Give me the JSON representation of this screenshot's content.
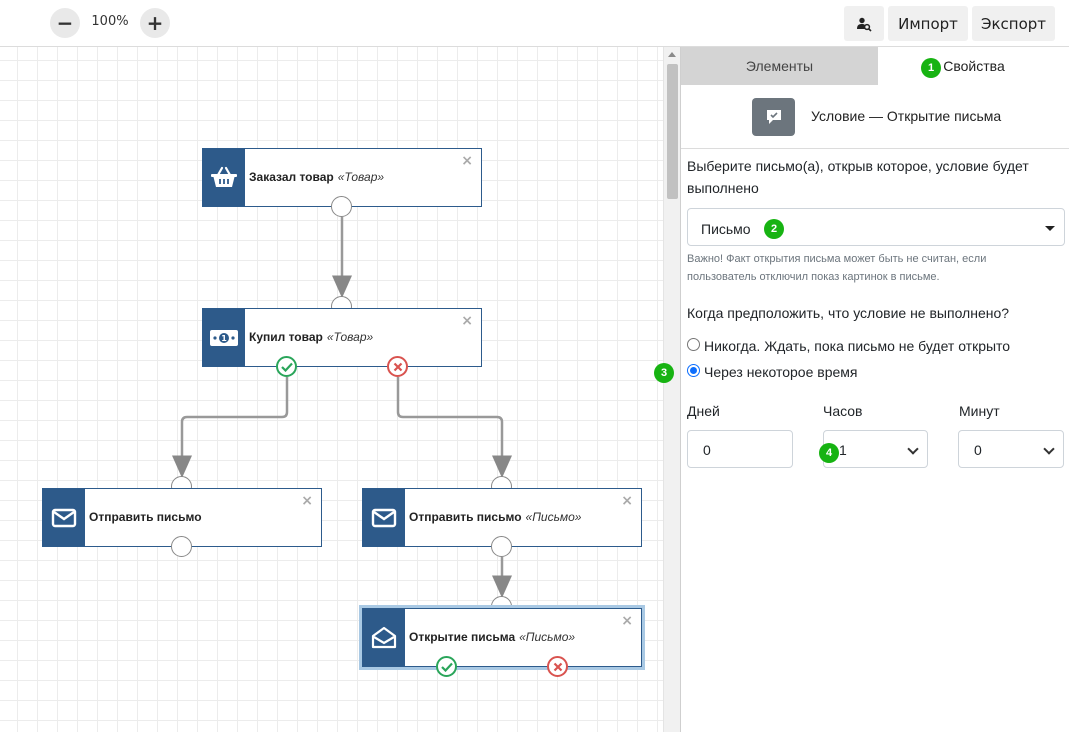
{
  "toolbar": {
    "zoom_out": "−",
    "zoom_level": "100%",
    "zoom_in": "+",
    "user_search_icon": "user-search-icon",
    "import_label": "Импорт",
    "export_label": "Экспорт"
  },
  "nodes": [
    {
      "title": "Заказал товар",
      "subtitle": "«Товар»",
      "icon": "basket-icon",
      "close": "×"
    },
    {
      "title": "Купил товар",
      "subtitle": "«Товар»",
      "icon": "money-icon",
      "close": "×"
    },
    {
      "title": "Отправить письмо",
      "subtitle": "",
      "icon": "envelope-icon",
      "close": "×"
    },
    {
      "title": "Отправить письмо",
      "subtitle": "«Письмо»",
      "icon": "envelope-icon",
      "close": "×"
    },
    {
      "title": "Открытие письма",
      "subtitle": "«Письмо»",
      "icon": "envelope-open-icon",
      "close": "×"
    }
  ],
  "panel": {
    "tabs": [
      {
        "label": "Элементы"
      },
      {
        "label": "Свойства"
      }
    ],
    "condition_title": "Условие — Открытие письма",
    "select_prompt_line1": "Выберите письмо(а), открыв которое, условие будет",
    "select_prompt_line2": "выполнено",
    "letter_select_value": "Письмо",
    "note_line1": "Важно! Факт открытия письма может быть не считан, если",
    "note_line2": "пользователь отключил показ картинок в письме.",
    "question": "Когда предположить, что условие не выполнено?",
    "radio_never": "Никогда. Ждать, пока письмо не будет открыто",
    "radio_after": "Через некоторое время",
    "days_label": "Дней",
    "hours_label": "Часов",
    "minutes_label": "Минут",
    "days_value": "0",
    "hours_value": "1",
    "minutes_value": "0",
    "badges": [
      "1",
      "2",
      "3",
      "4"
    ]
  },
  "colors": {
    "node_icon_bg": "#2d5a8a",
    "badge_green": "#17b312",
    "success": "#2aa55a",
    "danger": "#d9534f",
    "radio_accent": "#0d6efd"
  }
}
